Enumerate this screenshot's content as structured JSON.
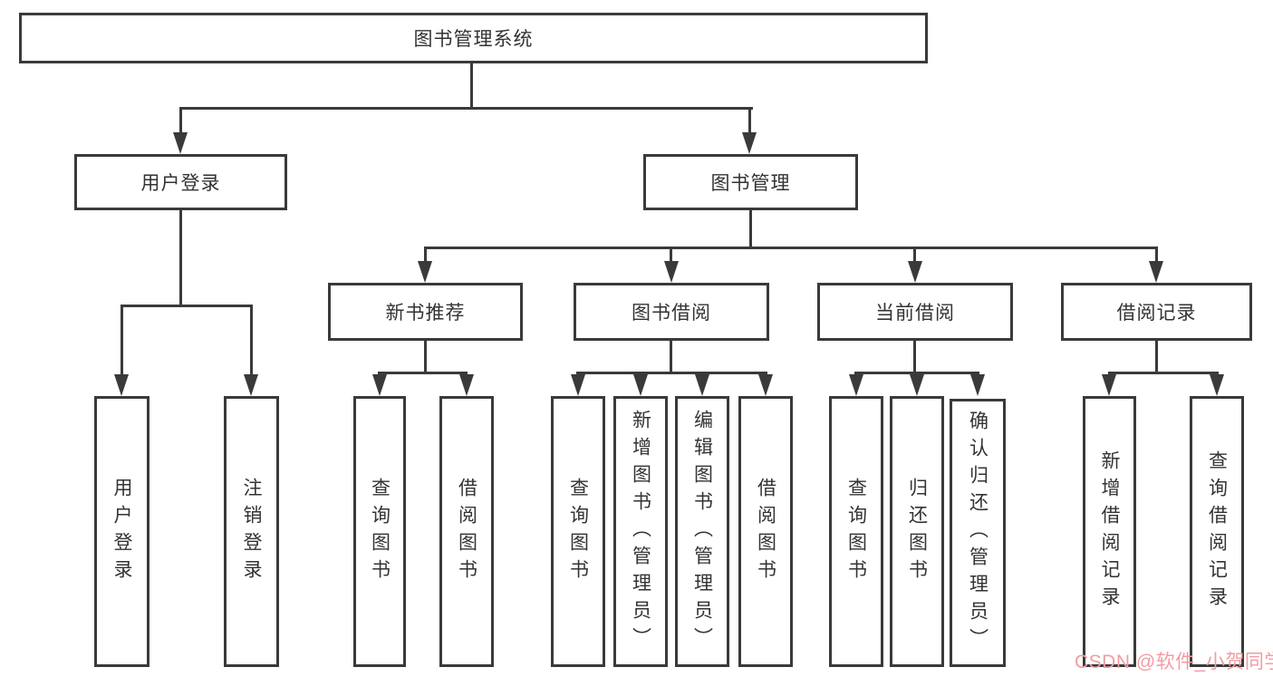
{
  "diagram": {
    "root": "图书管理系统",
    "branches": [
      {
        "label": "用户登录",
        "leaves": [
          "用户登录",
          "注销登录"
        ]
      },
      {
        "label": "图书管理",
        "children": [
          {
            "label": "新书推荐",
            "leaves": [
              "查询图书",
              "借阅图书"
            ]
          },
          {
            "label": "图书借阅",
            "leaves": [
              "查询图书",
              "新增图书（管理员）",
              "编辑图书（管理员）",
              "借阅图书"
            ]
          },
          {
            "label": "当前借阅",
            "leaves": [
              "查询图书",
              "归还图书",
              "确认归还（管理员）"
            ]
          },
          {
            "label": "借阅记录",
            "leaves": [
              "新增借阅记录",
              "查询借阅记录"
            ]
          }
        ]
      }
    ]
  },
  "watermark": {
    "text": "CSDN @软件_小贺同学"
  },
  "colors": {
    "line": "#3a3a3a",
    "text": "#333333",
    "watermark": "#f19ca3"
  }
}
